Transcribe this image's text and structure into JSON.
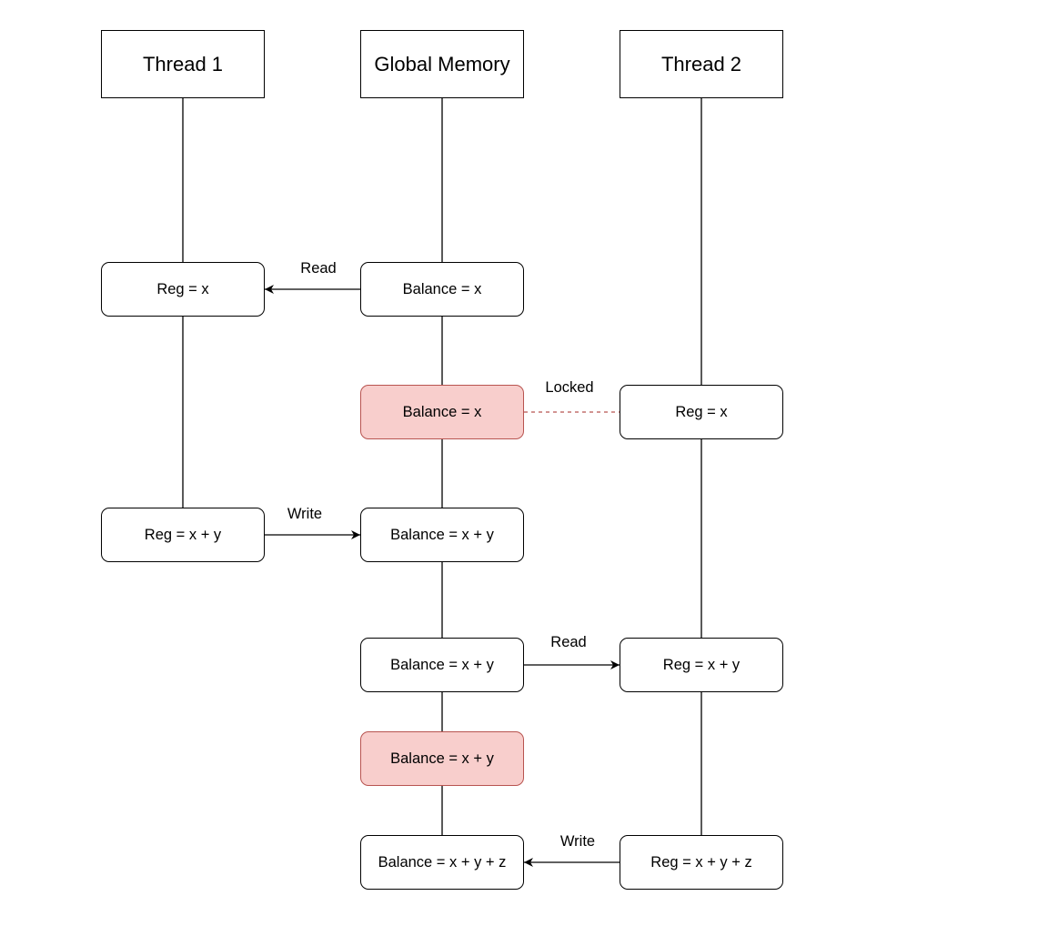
{
  "lanes": {
    "thread1": {
      "title": "Thread 1"
    },
    "memory": {
      "title": "Global Memory"
    },
    "thread2": {
      "title": "Thread 2"
    }
  },
  "nodes": {
    "t1_reg_x": "Reg = x",
    "mem_balance_x": "Balance = x",
    "mem_balance_x_locked": "Balance = x",
    "t2_reg_x": "Reg = x",
    "t1_reg_xy": "Reg = x + y",
    "mem_balance_xy_1": "Balance = x + y",
    "mem_balance_xy_2": "Balance = x + y",
    "t2_reg_xy": "Reg = x + y",
    "mem_balance_xy_locked": "Balance = x + y",
    "mem_balance_xyz": "Balance = x + y + z",
    "t2_reg_xyz": "Reg = x + y + z"
  },
  "edges": {
    "read_1": "Read",
    "locked": "Locked",
    "write_1": "Write",
    "read_2": "Read",
    "write_2": "Write"
  },
  "colors": {
    "locked_fill": "#f8cecc",
    "locked_stroke": "#b85450",
    "line": "#000000"
  }
}
